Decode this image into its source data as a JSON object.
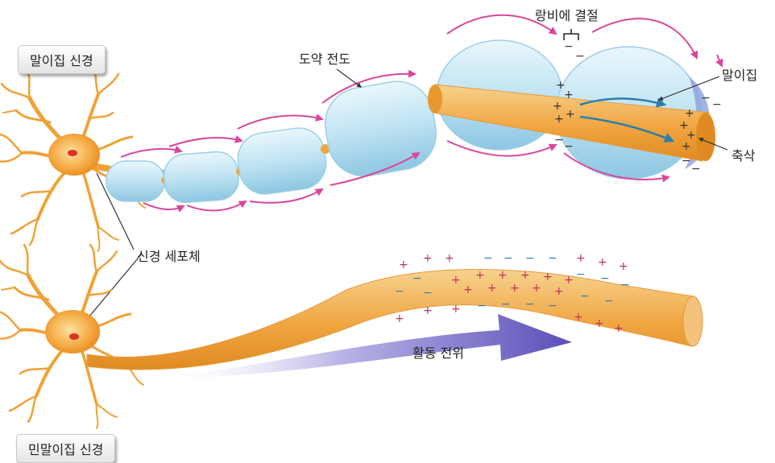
{
  "labels": {
    "myelinated_nerve": "말이집 신경",
    "unmyelinated_nerve": "민말이집 신경",
    "saltatory_conduction": "도약 전도",
    "node_of_ranvier": "랑비에 결절",
    "myelin_sheath": "말이집",
    "axon": "축삭",
    "cell_body": "신경 세포체",
    "action_potential": "활동 전위"
  },
  "colors": {
    "myelin": "#bfe3f3",
    "axon": "#f2b96a",
    "neuron": "#f0a236",
    "arrow_magenta": "#d9479b",
    "arrow_blue": "#6a5fc1",
    "positive": "#c0305a",
    "negative": "#2e7fa8"
  }
}
